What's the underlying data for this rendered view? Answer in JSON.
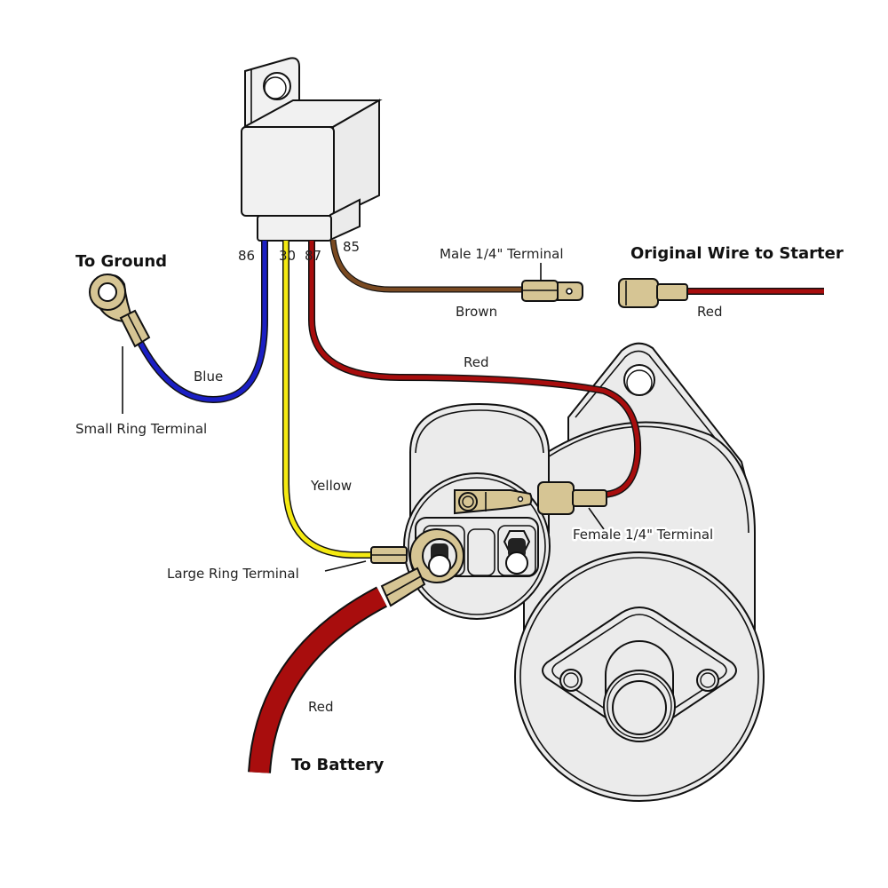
{
  "title": "Starter Relay Wiring Diagram",
  "relay": {
    "pins": {
      "p86": "86",
      "p30": "30",
      "p87": "87",
      "p85": "85"
    }
  },
  "wires": {
    "blue": {
      "label": "Blue",
      "pin": "86",
      "color": "#1b1fc4"
    },
    "yellow": {
      "label": "Yellow",
      "pin": "30",
      "color": "#f5ea12"
    },
    "red_87": {
      "label": "Red",
      "pin": "87",
      "color": "#a80d0d"
    },
    "brown": {
      "label": "Brown",
      "pin": "85",
      "color": "#7a4a22"
    },
    "original": {
      "label": "Red",
      "color": "#a80d0d"
    },
    "battery": {
      "label": "Red",
      "color": "#a80d0d"
    }
  },
  "labels": {
    "to_ground": "To Ground",
    "small_ring_terminal": "Small Ring Terminal",
    "male_terminal": "Male 1/4\" Terminal",
    "original_wire": "Original Wire to Starter",
    "female_terminal": "Female 1/4\" Terminal",
    "large_ring_terminal": "Large Ring Terminal",
    "to_battery": "To Battery"
  },
  "colors": {
    "terminal_brass": "#d6c594",
    "housing_gray": "#ebebeb",
    "outline": "#111111"
  }
}
